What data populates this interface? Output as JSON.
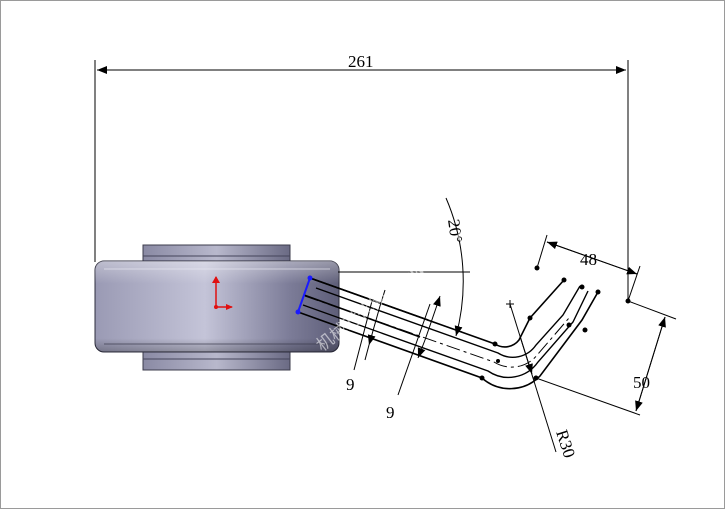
{
  "drawing": {
    "dimensions": {
      "overall_length": "261",
      "offset_length": "48",
      "angle": "20°",
      "wall_1": "9",
      "wall_2": "9",
      "vertical_offset": "50",
      "bend_radius": "R30"
    },
    "watermark": "机械时代网 www.jxsd.com"
  },
  "colors": {
    "background": "#ffffff",
    "sketch": "#000000",
    "selected_edge": "#1a1aff",
    "origin": "#e01010",
    "body_gradient": [
      "#e8e8f2",
      "#b4b4c8",
      "#6e6e86",
      "#9a9aae"
    ]
  }
}
